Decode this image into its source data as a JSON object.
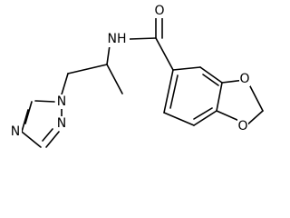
{
  "atom_labels": {
    "carbonyl_oxygen": "O",
    "amide_nitrogen": "NH",
    "dioxole_oxygen_top": "O",
    "dioxole_oxygen_bottom": "O",
    "triazole_n1": "N",
    "triazole_n2": "N",
    "triazole_n4": "N"
  },
  "colors": {
    "bond": "#000000",
    "label": "#000000",
    "background": "#ffffff"
  }
}
